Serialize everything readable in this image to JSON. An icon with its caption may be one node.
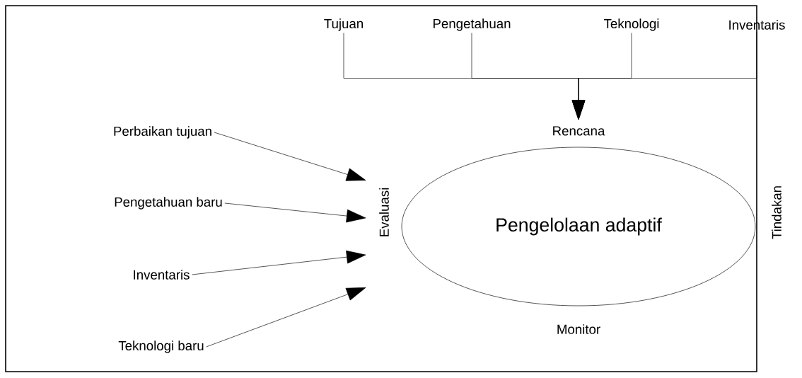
{
  "diagram": {
    "nodes": [
      {
        "text": [
          "Tujuan"
        ]
      },
      {
        "text": [
          "Pengetahuan"
        ]
      },
      {
        "text": [
          "Teknologi"
        ]
      },
      {
        "text": [
          "Inventaris"
        ]
      },
      {
        "text": [
          "Rencana"
        ]
      },
      {
        "text": [
          "Pengelolaan adaptif"
        ]
      },
      {
        "text": [
          "Perbaikan tujuan"
        ]
      },
      {
        "text": [
          "Pengetahuan baru"
        ]
      },
      {
        "text": [
          "Inventaris"
        ]
      },
      {
        "text": [
          "Teknologi baru"
        ]
      },
      {
        "text": [
          "Evaluasi"
        ]
      }
    ],
    "edges": [
      {
        "from": 0,
        "to": 4,
        "arrow": "to"
      },
      {
        "from": 1,
        "to": 4,
        "arrow": "to"
      },
      {
        "from": 2,
        "to": 4,
        "arrow": "to"
      },
      {
        "from": 3,
        "to": 4,
        "arrow": "to"
      },
      {
        "from": 6,
        "to": 10,
        "arrow": "to"
      },
      {
        "from": 7,
        "to": 10,
        "arrow": "to"
      },
      {
        "from": 8,
        "to": 10,
        "arrow": "to"
      },
      {
        "from": 9,
        "to": 10,
        "arrow": "to"
      }
    ],
    "labels": [
      "Monitor",
      "Tindakan"
    ]
  }
}
